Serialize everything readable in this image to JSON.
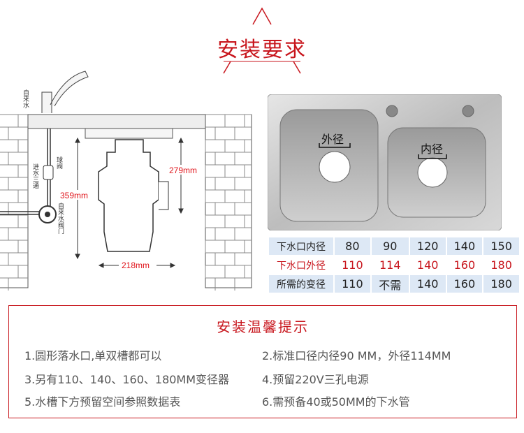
{
  "header": {
    "title": "安装要求"
  },
  "diagram": {
    "labels": {
      "tap_water": "自来水",
      "ball_valve": "球阀",
      "inlet_tee": "进水三通",
      "water_valve": "自来水阀门"
    },
    "dims": {
      "height": "359mm",
      "outlet_height": "279mm",
      "width": "218mm"
    }
  },
  "sink": {
    "outer_label": "外径",
    "inner_label": "内径"
  },
  "spec_table": {
    "rows": [
      {
        "header": "下水口内径",
        "values": [
          "80",
          "90",
          "120",
          "140",
          "150"
        ]
      },
      {
        "header": "下水口外径",
        "values": [
          "110",
          "114",
          "140",
          "160",
          "180"
        ]
      },
      {
        "header": "所需的变径",
        "values": [
          "110",
          "不需",
          "140",
          "160",
          "180"
        ]
      }
    ]
  },
  "tips": {
    "title": "安装温馨提示",
    "items": [
      "1.圆形落水口,单双槽都可以",
      "2.标准口径内径90 MM，外径114MM",
      "3.另有110、140、160、180MM变径器",
      "4.预留220V三孔电源",
      "5.水槽下方预留空间参照数据表",
      "6.需预备40或50MM的下水管"
    ]
  },
  "colors": {
    "accent": "#c8161d"
  }
}
